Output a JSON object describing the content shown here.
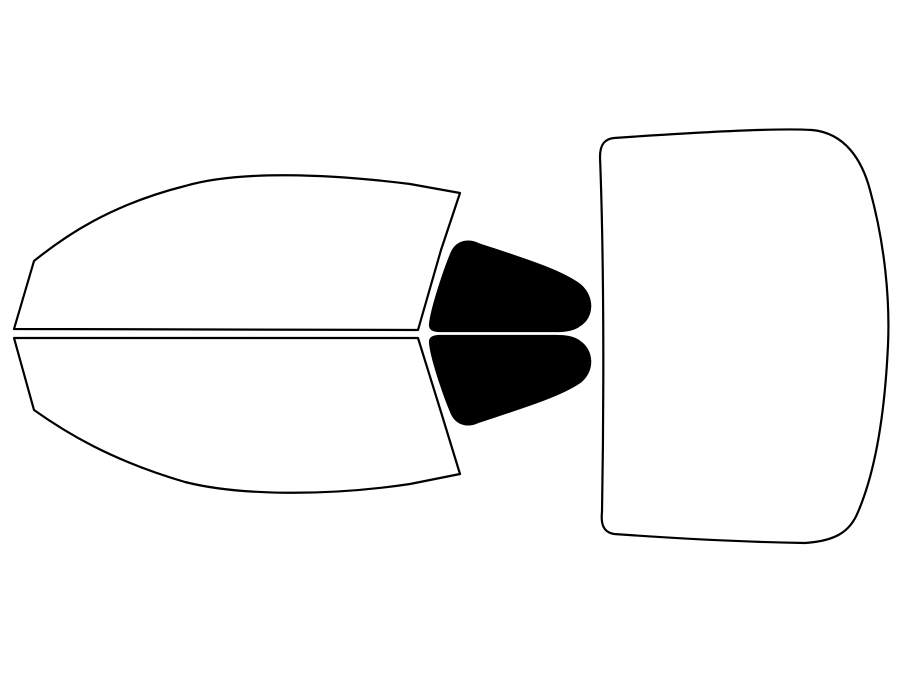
{
  "diagram": {
    "panels": [
      {
        "name": "front-door-window",
        "tinted": false
      },
      {
        "name": "rear-door-window",
        "tinted": false
      },
      {
        "name": "rear-quarter-window-upper",
        "tinted": true
      },
      {
        "name": "rear-quarter-window-lower",
        "tinted": true
      },
      {
        "name": "rear-windshield",
        "tinted": false
      }
    ],
    "colors": {
      "background": "#ffffff",
      "outline": "#000000",
      "tint_fill": "#000000",
      "clear_fill": "#ffffff"
    }
  }
}
